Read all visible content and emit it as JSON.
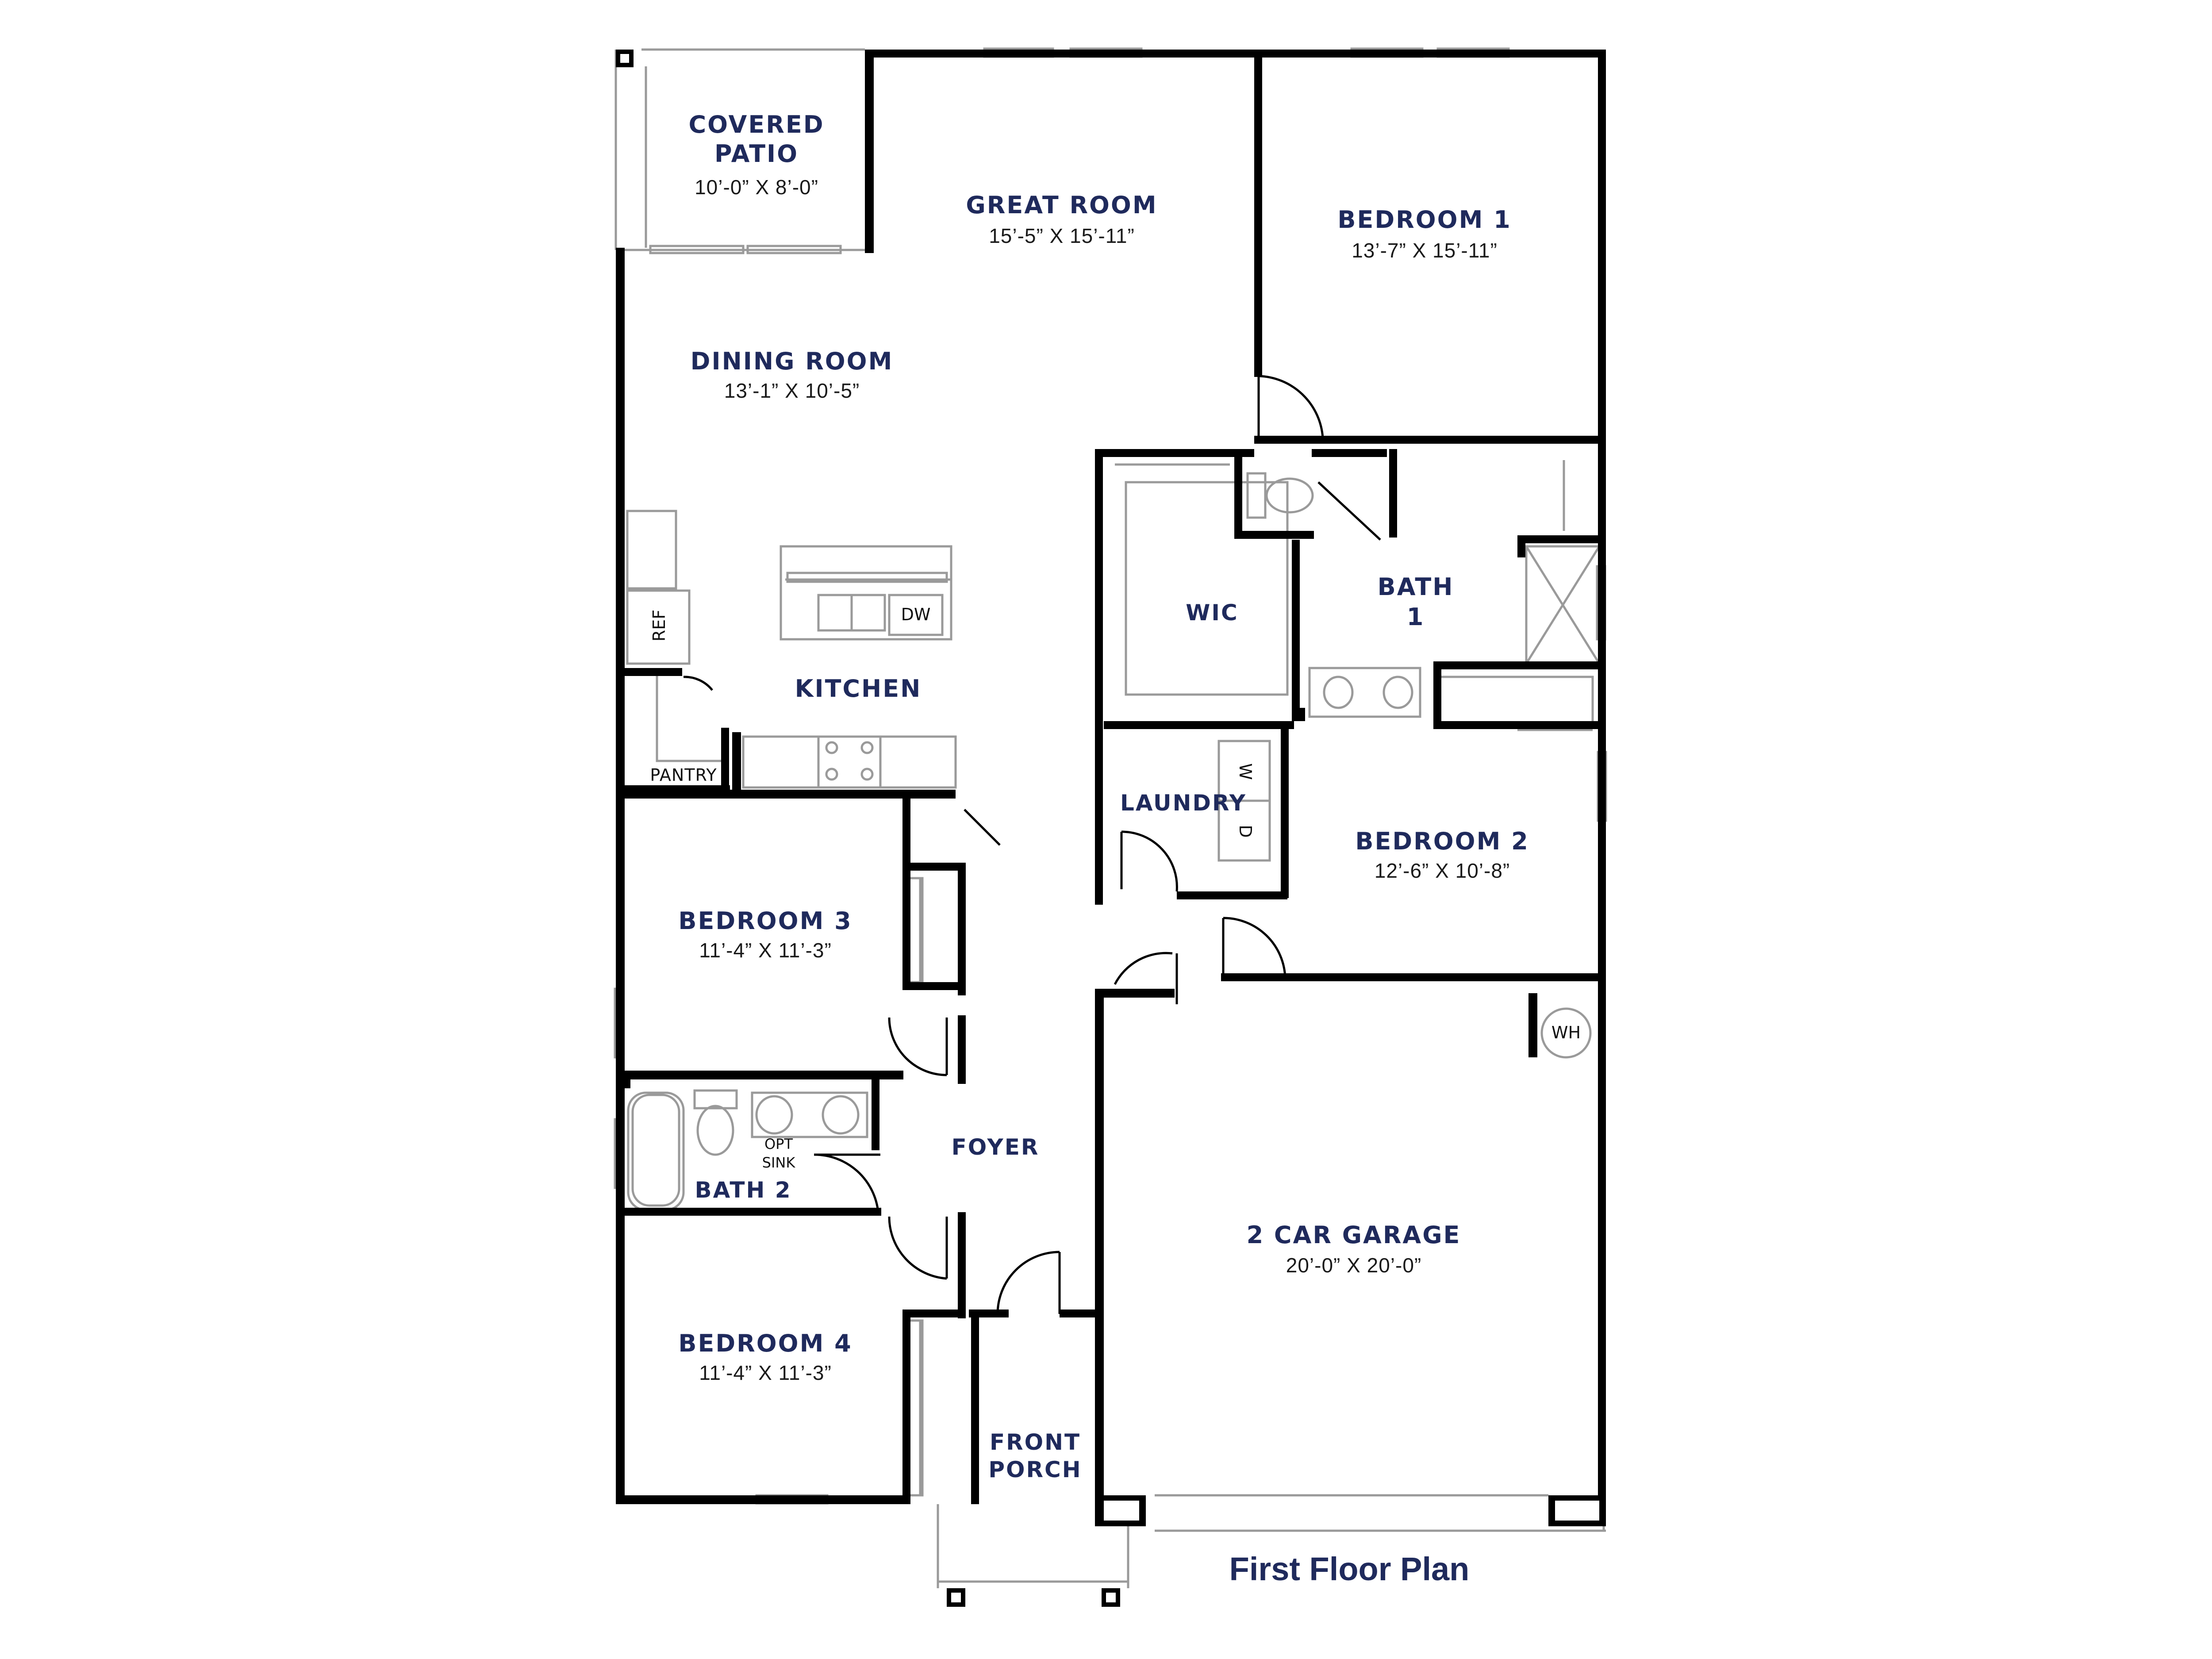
{
  "plan_title": "First Floor Plan",
  "colors": {
    "wall": "#000000",
    "text": "#1f2a5c",
    "fixture": "#8a8a8a",
    "background": "#ffffff"
  },
  "rooms": {
    "covered_patio": {
      "name_line1": "COVERED",
      "name_line2": "PATIO",
      "dims": "10’-0” X 8’-0”"
    },
    "great_room": {
      "name": "GREAT ROOM",
      "dims": "15’-5” X 15’-11”"
    },
    "bedroom_1": {
      "name": "BEDROOM 1",
      "dims": "13’-7” X 15’-11”"
    },
    "dining_room": {
      "name": "DINING ROOM",
      "dims": "13’-1” X 10’-5”"
    },
    "kitchen": {
      "name": "KITCHEN"
    },
    "wic": {
      "name": "WIC"
    },
    "bath_1": {
      "name_line1": "BATH",
      "name_line2": "1"
    },
    "pantry": {
      "name": "PANTRY"
    },
    "laundry": {
      "name": "LAUNDRY"
    },
    "bedroom_2": {
      "name": "BEDROOM 2",
      "dims": "12’-6” X 10’-8”"
    },
    "bedroom_3": {
      "name": "BEDROOM 3",
      "dims": "11’-4” X 11’-3”"
    },
    "bath_2": {
      "name": "BATH 2"
    },
    "foyer": {
      "name": "FOYER"
    },
    "garage": {
      "name": "2 CAR GARAGE",
      "dims": "20’-0” X 20’-0”"
    },
    "bedroom_4": {
      "name": "BEDROOM 4",
      "dims": "11’-4” X 11’-3”"
    },
    "front_porch": {
      "name_line1": "FRONT",
      "name_line2": "PORCH"
    }
  },
  "fixtures": {
    "refrigerator": "REF",
    "dishwasher": "DW",
    "washer": "W",
    "dryer": "D",
    "water_heater": "WH",
    "optional_sink_line1": "OPT",
    "optional_sink_line2": "SINK"
  }
}
